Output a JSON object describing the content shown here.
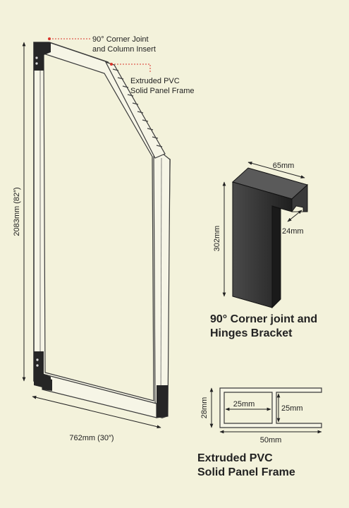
{
  "colors": {
    "background": "#f3f2db",
    "frame_fill": "#f4f3e2",
    "frame_stroke": "#3a3a3a",
    "bracket": "#2e2e2e",
    "leader": "#d9342b",
    "text": "#222222"
  },
  "annotations": {
    "corner_joint_line1": "90° Corner Joint",
    "corner_joint_line2": "and Column Insert",
    "pvc_frame_line1": "Extruded PVC",
    "pvc_frame_line2": "Solid Panel Frame"
  },
  "dimensions": {
    "door_height": "2083mm (82″)",
    "door_width": "762mm (30″)",
    "bracket_width": "65mm",
    "bracket_height": "302mm",
    "bracket_depth": "24mm",
    "profile_height": "28mm",
    "profile_inner_width": "25mm",
    "profile_inner_height": "25mm",
    "profile_width": "50mm"
  },
  "captions": {
    "bracket_line1": "90° Corner joint and",
    "bracket_line2": "Hinges Bracket",
    "profile_line1": "Extruded PVC",
    "profile_line2": "Solid Panel Frame"
  }
}
